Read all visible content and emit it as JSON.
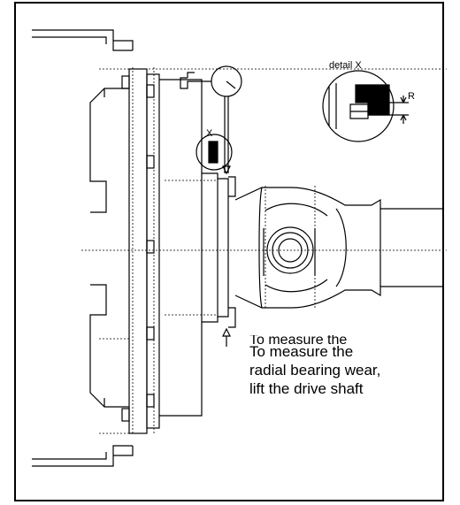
{
  "figure": {
    "detail_label": "detail X",
    "radial_label": "R",
    "marker_label": "X",
    "caption": "To measure the\nradial bearing wear,\nlift the drive shaft",
    "ghost_caption": "To measure the"
  },
  "colors": {
    "line": "#000000",
    "background": "#ffffff",
    "hatch": "#000000"
  }
}
